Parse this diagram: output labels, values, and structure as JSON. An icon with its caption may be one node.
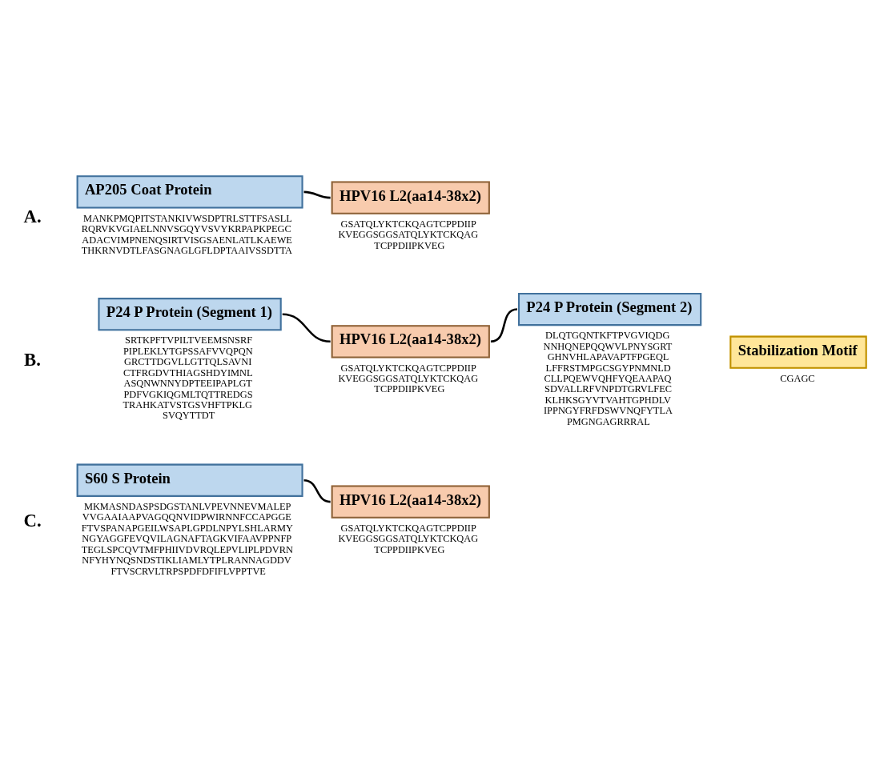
{
  "diagram": {
    "nodes": [
      {
        "text": [
          "AP205 Coat Protein"
        ],
        "beside": [
          "MANKPMQPITSTANKIVWSDPTRLSTTFSASLL RQRVKVGIAELNNVSGQYVSVYKRPAPKPEGC ADACVIMPNENQSIRTVISGSAENLATLKAEWE THKRNVDTLFASGNAGLGFLDPTAAIVSSDTTA"
        ]
      },
      {
        "text": [
          "HPV16 L2(aa14-38x2)"
        ],
        "beside": [
          "GSATQLYKTCKQAGTCPPDIIP KVEGGSGGSATQLYKTCKQAG TCPPDIIPKVEG"
        ]
      },
      {
        "text": [
          "P24 P Protein (Segment 1)"
        ],
        "beside": [
          "SRTKPFTVPILTVEEMSNSRF PIPLEKLYTGPSSAFVVQPQN GRCTTDGVLLGTTQLSAVNI CTFRGDVTHIAGSHDYIMNL ASQNWNNYDPTEEIPAPLGT PDFVGKIQGMLTQTTREDGS TRAHKATVSTGSVHFTPKLG SVQYTTDT"
        ]
      },
      {
        "text": [
          "HPV16 L2(aa14-38x2)"
        ],
        "beside": [
          "GSATQLYKTCKQAGTCPPDIIP KVEGGSGGSATQLYKTCKQAG TCPPDIIPKVEG"
        ]
      },
      {
        "text": [
          "P24 P Protein (Segment 2)"
        ],
        "beside": [
          "DLQTGQNTKFTPVGVIQDG NNHQNEPQQWVLPNYSGRT GHNVHLAPAVAPTFPGEQL LFFRSTMPGCSGYPNMNLD CLLPQEWVQHFYQEAAPAQ SDVALLRFVNPDTGRVLFEC KLHKSGYVTVAHTGPHDLV IPPNGYFRFDSWVNQFYTLA PMGNGAGRRRAL"
        ]
      },
      {
        "text": [
          "Stabilization Motif"
        ],
        "beside": [
          "CGAGC"
        ]
      },
      {
        "text": [
          "S60 S Protein"
        ],
        "beside": [
          "MKMASNDASPSDGSTANLVPEVNNEVMALEP VVGAAIAAPVAGQQNVIDPWIRNNFCCAPGGE FTVSPANAPGEILWSAPLGPDLNPYLSHLARMY NGYAGGFEVQVILAGNAFTAGKVIFAAVPPNFP TEGLSPCQVTMFPHIIVDVRQLEPVLIPLPDVRN NFYHYNQSNDSTIKLIAMLYTPLRANNAGDDV FTVSCRVLTRPSPDFDFIFLVPPTVE"
        ]
      },
      {
        "text": [
          "HPV16 L2(aa14-38x2)"
        ],
        "beside": [
          "GSATQLYKTCKQAGTCPPDIIP KVEGGSGGSATQLYKTCKQAG TCPPDIIPKVEG"
        ]
      }
    ],
    "edges": [
      {
        "from": 0,
        "to": 1,
        "arrow": "none"
      },
      {
        "from": 2,
        "to": 3,
        "arrow": "none"
      },
      {
        "from": 3,
        "to": 4,
        "arrow": "none"
      },
      {
        "from": 6,
        "to": 7,
        "arrow": "none"
      }
    ],
    "labels": [
      "A.",
      "B.",
      "C."
    ]
  }
}
